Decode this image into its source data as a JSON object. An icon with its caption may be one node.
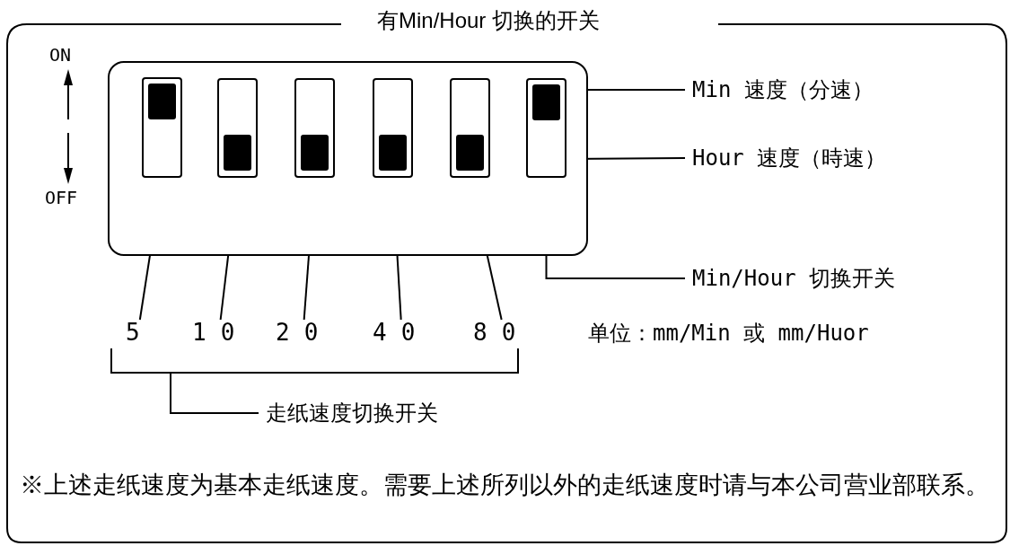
{
  "diagram": {
    "title": "有Min/Hour 切换的开关",
    "nodes": [
      {
        "text": [],
        "shape": "box"
      },
      {
        "text": [],
        "shape": "box",
        "in": 0
      },
      {
        "text": [],
        "shape": "box",
        "in": 0
      },
      {
        "text": [],
        "shape": "box",
        "in": 0
      },
      {
        "text": [],
        "shape": "box",
        "in": 0
      },
      {
        "text": [],
        "shape": "box",
        "in": 0
      },
      {
        "text": [],
        "shape": "box",
        "in": 0
      },
      {
        "text": [
          "5"
        ]
      },
      {
        "text": [
          "10"
        ]
      },
      {
        "text": [
          "20"
        ]
      },
      {
        "text": [
          "40"
        ]
      },
      {
        "text": [
          "80"
        ]
      },
      {
        "text": [
          "Min 速度（分速）"
        ]
      },
      {
        "text": [
          "Hour 速度（時速）"
        ]
      },
      {
        "text": [
          "Min/Hour 切换开关"
        ]
      },
      {
        "text": [
          "走纸速度切换开关"
        ]
      },
      {
        "text": [],
        "shape": "bracket"
      }
    ],
    "edges": [
      {
        "from": 7,
        "to": 1,
        "arrow": "none"
      },
      {
        "from": 8,
        "to": 2,
        "arrow": "none"
      },
      {
        "from": 9,
        "to": 3,
        "arrow": "none"
      },
      {
        "from": 10,
        "to": 4,
        "arrow": "none"
      },
      {
        "from": 11,
        "to": 5,
        "arrow": "none"
      },
      {
        "from": 12,
        "to": 6,
        "arrow": "none"
      },
      {
        "from": 13,
        "to": 6,
        "arrow": "none"
      },
      {
        "from": 14,
        "to": 6,
        "arrow": "none"
      },
      {
        "from": 15,
        "to": 16,
        "arrow": "none"
      }
    ],
    "labels": [
      "ON",
      "OFF",
      "单位：mm/Min 或 mm/Huor",
      "※上述走纸速度为基本走纸速度。需要上述所列以外的走纸速度时请与本公司营业部联系。"
    ]
  }
}
